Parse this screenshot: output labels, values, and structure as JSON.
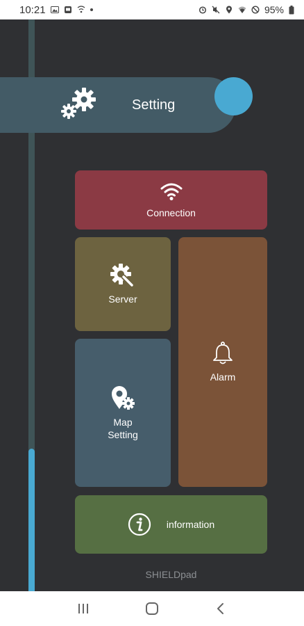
{
  "status_bar": {
    "time": "10:21",
    "battery": "95%",
    "left_icons": [
      "image-icon",
      "screen-record-icon",
      "wifi-calling-icon",
      "dot-icon"
    ],
    "right_icons": [
      "alarm-icon",
      "mute-icon",
      "location-icon",
      "wifi-icon",
      "do-not-disturb-icon",
      "battery-icon"
    ]
  },
  "progress": {
    "fraction": 0.25
  },
  "header": {
    "title": "Setting",
    "icon": "gears-icon"
  },
  "tiles": {
    "connection": {
      "label": "Connection",
      "icon": "wifi-icon",
      "color": "#8b3a44"
    },
    "server": {
      "label": "Server",
      "icon": "server-gear-icon",
      "color": "#6d6340"
    },
    "alarm": {
      "label": "Alarm",
      "icon": "bell-icon",
      "color": "#7b5338"
    },
    "map_setting": {
      "label_line1": "Map",
      "label_line2": "Setting",
      "icon": "map-pin-gear-icon",
      "color": "#465d6b"
    },
    "information": {
      "label": "information",
      "icon": "info-icon",
      "color": "#566f43"
    }
  },
  "footer": {
    "brand": "SHIELDpad"
  },
  "accent_color": "#49a9d2",
  "nav_bar": {
    "buttons": [
      "recent-apps-icon",
      "home-icon",
      "back-icon"
    ]
  }
}
